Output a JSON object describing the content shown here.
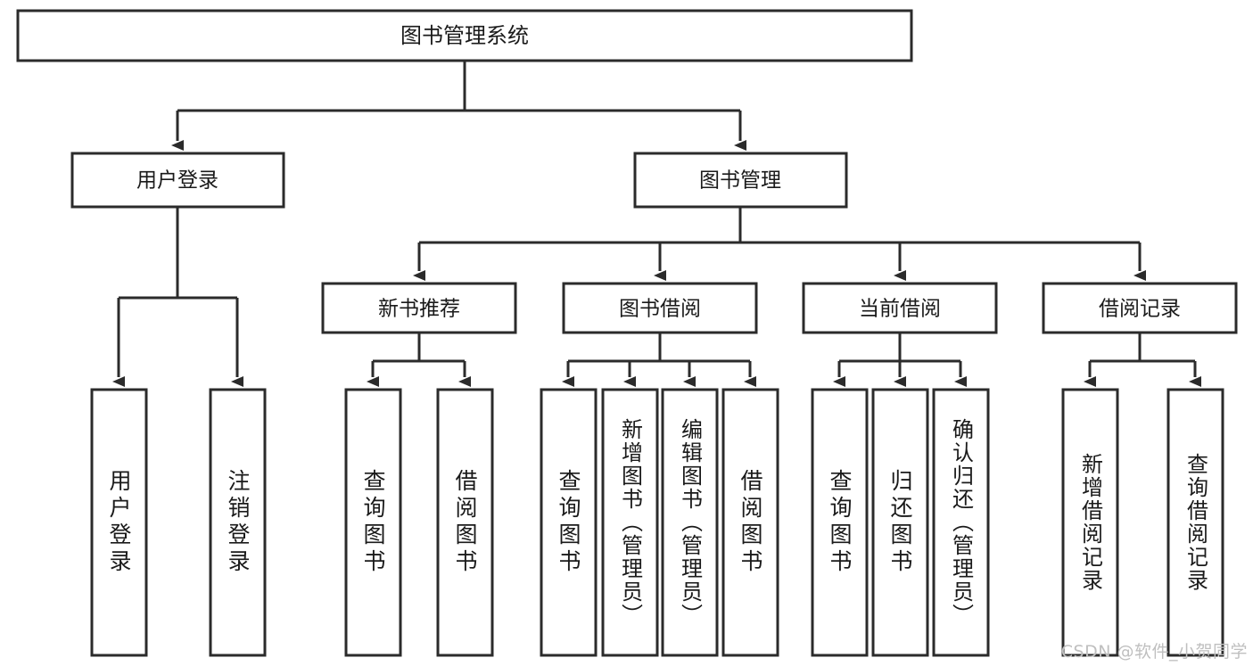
{
  "diagram": {
    "title": "图书管理系统",
    "type": "tree-hierarchy",
    "colors": {
      "stroke": "#2b2b2b",
      "box_fill": "#ffffff",
      "text": "#1a1a1a",
      "background": "#ffffff",
      "watermark": "#bfbfbf"
    },
    "root": {
      "label": "图书管理系统"
    },
    "level2": [
      {
        "label": "用户登录"
      },
      {
        "label": "图书管理"
      }
    ],
    "level3": [
      {
        "label": "新书推荐"
      },
      {
        "label": "图书借阅"
      },
      {
        "label": "当前借阅"
      },
      {
        "label": "借阅记录"
      }
    ],
    "leaves": {
      "user_login": [
        {
          "label": "用户登录"
        },
        {
          "label": "注销登录"
        }
      ],
      "new_book_recommend": [
        {
          "label": "查询图书"
        },
        {
          "label": "借阅图书"
        }
      ],
      "book_borrow": [
        {
          "label": "查询图书"
        },
        {
          "label": "新增图书（管理员）"
        },
        {
          "label": "编辑图书（管理员）"
        },
        {
          "label": "借阅图书"
        }
      ],
      "current_borrow": [
        {
          "label": "查询图书"
        },
        {
          "label": "归还图书"
        },
        {
          "label": "确认归还（管理员）"
        }
      ],
      "borrow_record": [
        {
          "label": "新增借阅记录"
        },
        {
          "label": "查询借阅记录"
        }
      ]
    }
  },
  "watermark": {
    "text": "CSDN @软件_小贺同学"
  }
}
